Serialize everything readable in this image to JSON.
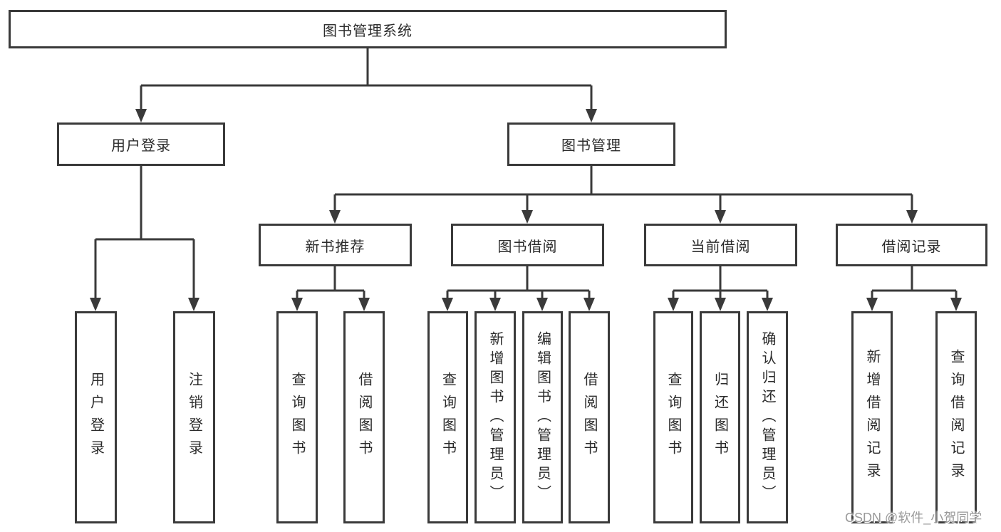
{
  "colors": {
    "line": "#3a3a3a",
    "box_border": "#3a3a3a",
    "box_background": "#ffffff",
    "text": "#2b2b2b",
    "watermark": "#9a9a9a"
  },
  "watermark": "CSDN @软件_小贺同学",
  "nodes": {
    "root": "图书管理系统",
    "user_login": "用户登录",
    "book_mgmt": "图书管理",
    "new_book_rec": "新书推荐",
    "book_borrow": "图书借阅",
    "current_borrow": "当前借阅",
    "borrow_record": "借阅记录",
    "leaf_user_login": "用户登录",
    "leaf_logout": "注销登录",
    "leaf_newrec_query": "查询图书",
    "leaf_newrec_borrow": "借阅图书",
    "leaf_borrow_query": "查询图书",
    "leaf_borrow_add": "新增图书（管理员）",
    "leaf_borrow_edit": "编辑图书（管理员）",
    "leaf_borrow_borrow": "借阅图书",
    "leaf_current_query": "查询图书",
    "leaf_current_return": "归还图书",
    "leaf_current_confirm": "确认归还（管理员）",
    "leaf_record_add": "新增借阅记录",
    "leaf_record_query": "查询借阅记录"
  }
}
